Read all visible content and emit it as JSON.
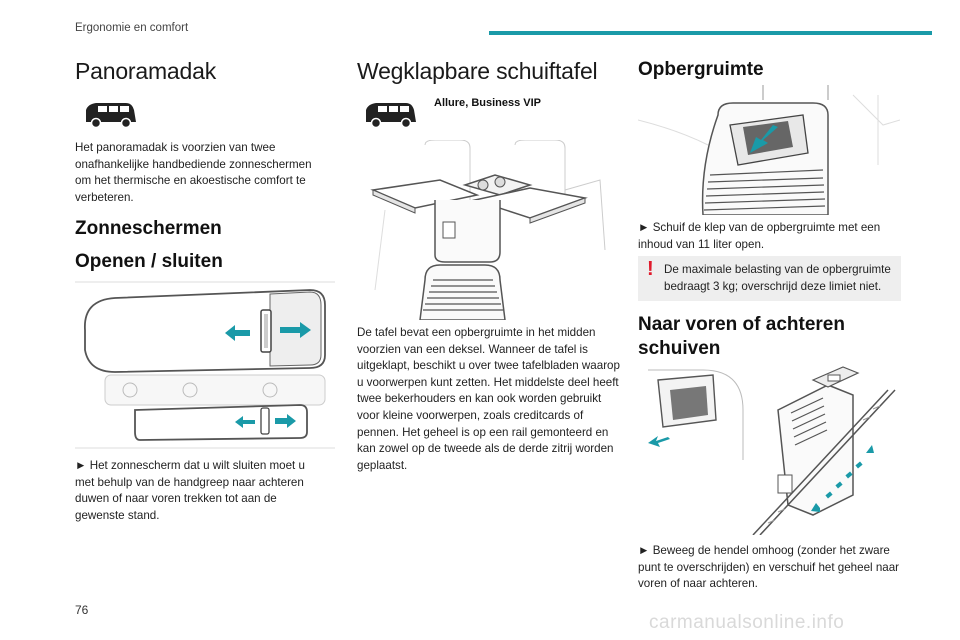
{
  "header": {
    "section": "Ergonomie en comfort",
    "accent_color": "#1a9aa8"
  },
  "page_number": "76",
  "watermark": "carmanualsonline.info",
  "column1": {
    "title": "Panoramadak",
    "vehicle_icon": "van-icon",
    "intro": "Het panoramadak is voorzien van twee onafhankelijke handbediende zonneschermen om het thermische en akoestische comfort te verbeteren.",
    "heading1": "Zonneschermen",
    "heading2": "Openen / sluiten",
    "illustration": "sunshade-illustration",
    "instruction": "► Het zonnescherm dat u wilt sluiten moet u met behulp van de handgreep naar achteren duwen of naar voren trekken tot aan de gewenste stand."
  },
  "column2": {
    "title": "Wegklapbare schuiftafel",
    "vehicle_icon": "van-icon",
    "trim_a": "Allure",
    "trim_sep": ", ",
    "trim_b": "Business VIP",
    "illustration": "table-illustration",
    "text": "De tafel bevat een opbergruimte in het midden voorzien van een deksel. Wanneer de tafel is uitgeklapt, beschikt u over twee tafelbladen waarop u voorwerpen kunt zetten. Het middelste deel heeft twee bekerhouders en kan ook worden gebruikt voor kleine voorwerpen, zoals creditcards of pennen. Het geheel is op een rail gemonteerd en kan zowel op de tweede als de derde zitrij worden geplaatst."
  },
  "column3": {
    "title": "Opbergruimte",
    "illustration1": "storage-illustration",
    "instruction1": "► Schuif de klep van de opbergruimte met een inhoud van 11 liter open.",
    "warning_icon": "warning-exclamation-icon",
    "warning": "De maximale belasting van de opbergruimte bedraagt 3 kg; overschrijd deze limiet niet.",
    "heading": "Naar voren of achteren schuiven",
    "illustration2": "slide-illustration",
    "instruction2": "► Beweeg de hendel omhoog (zonder het zware punt te overschrijden) en verschuif het geheel naar voren of naar achteren."
  }
}
